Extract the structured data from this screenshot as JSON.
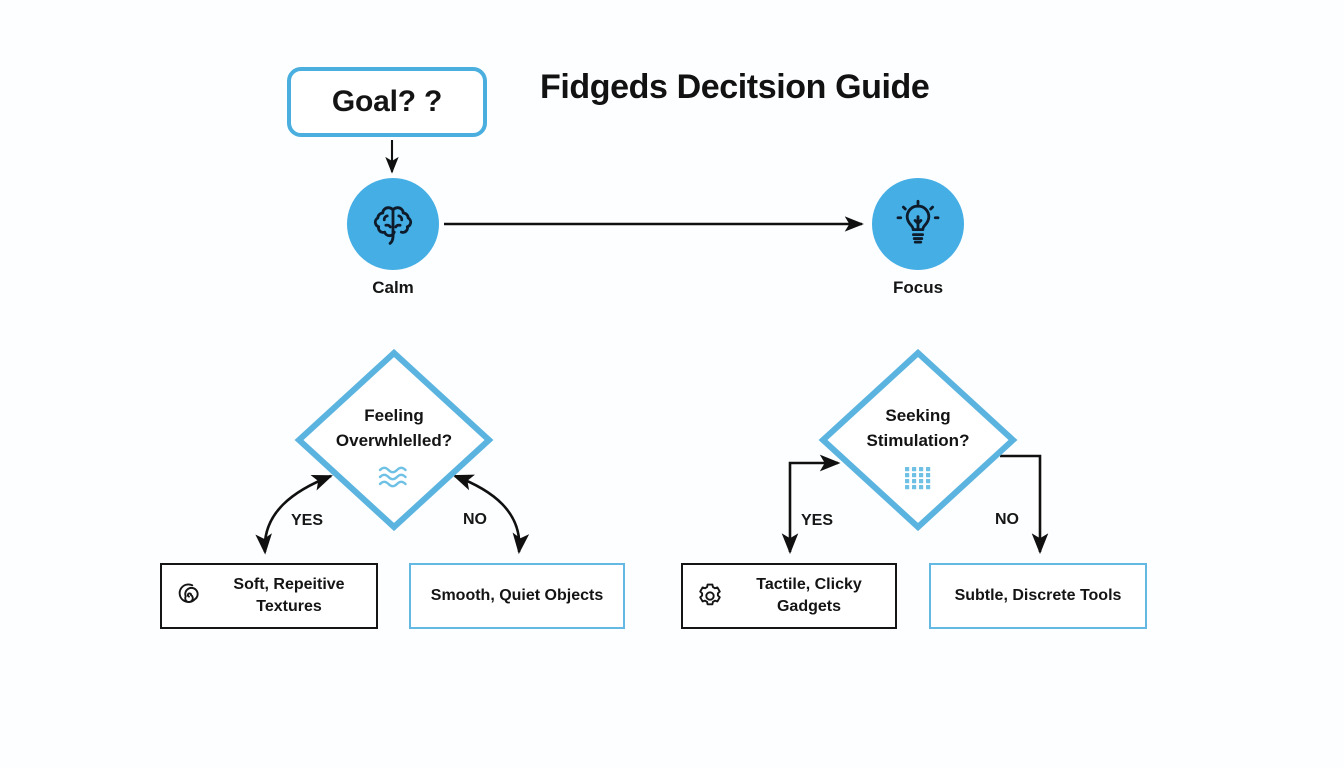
{
  "title": "Fidgeds Decitsion Guide",
  "start": {
    "label": "Goal? ?",
    "border_color": "#4aaede"
  },
  "colors": {
    "circle_fill": "#45aee4",
    "diamond_stroke": "#5bb4e0",
    "accent_border": "#63b9e4",
    "dark_border": "#151515",
    "arrow": "#101010",
    "background": "#fdfeff",
    "icon_blue": "#6ec1e4"
  },
  "nodes": [
    {
      "id": "calm",
      "label": "Calm",
      "icon": "brain-icon"
    },
    {
      "id": "focus",
      "label": "Focus",
      "icon": "lightbulb-icon"
    }
  ],
  "decisions": [
    {
      "id": "overwhelmed",
      "line1": "Feeling",
      "line2": "Overwhlelled?",
      "icon": "waves-icon",
      "yes_label": "YES",
      "no_label": "NO"
    },
    {
      "id": "stimulation",
      "line1": "Seeking",
      "line2": "Stimulation?",
      "icon": "dot-grid-icon",
      "yes_label": "YES",
      "no_label": "NO"
    }
  ],
  "results": [
    {
      "id": "soft",
      "line1": "Soft, Repeitive",
      "line2": "Textures",
      "icon": "spiral-icon",
      "style": "dark"
    },
    {
      "id": "smooth",
      "line1": "Smooth, Quiet Objects",
      "line2": "",
      "icon": "none",
      "style": "light"
    },
    {
      "id": "tactile",
      "line1": "Tactile, Clicky",
      "line2": "Gadgets",
      "icon": "gear-icon",
      "style": "dark"
    },
    {
      "id": "subtle",
      "line1": "Subtle, Discrete Tools",
      "line2": "",
      "icon": "none",
      "style": "light"
    }
  ]
}
